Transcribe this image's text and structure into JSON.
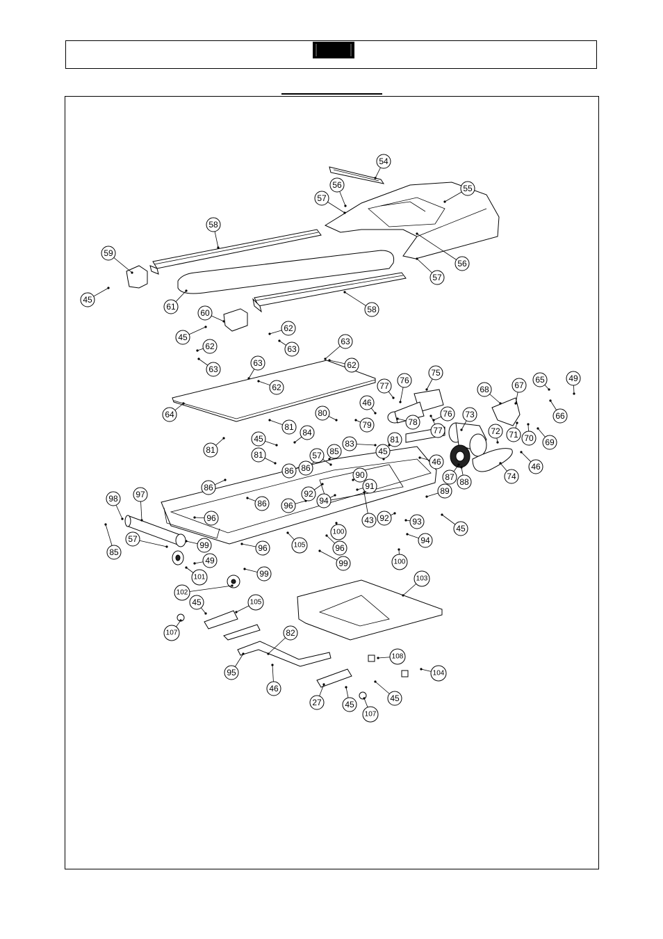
{
  "header": {
    "title": "",
    "section_label": ""
  },
  "diagram": {
    "title": "",
    "part_numbers": [
      "54",
      "55",
      "56",
      "57",
      "58",
      "59",
      "45",
      "61",
      "60",
      "62",
      "63",
      "64",
      "81",
      "84",
      "86",
      "77",
      "76",
      "75",
      "46",
      "80",
      "79",
      "78",
      "68",
      "67",
      "65",
      "49",
      "66",
      "73",
      "72",
      "71",
      "70",
      "69",
      "74",
      "87",
      "88",
      "83",
      "85",
      "90",
      "91",
      "92",
      "94",
      "43",
      "93",
      "89",
      "97",
      "98",
      "96",
      "105",
      "99",
      "100",
      "102",
      "101",
      "103",
      "107",
      "82",
      "95",
      "27",
      "108",
      "104"
    ]
  }
}
